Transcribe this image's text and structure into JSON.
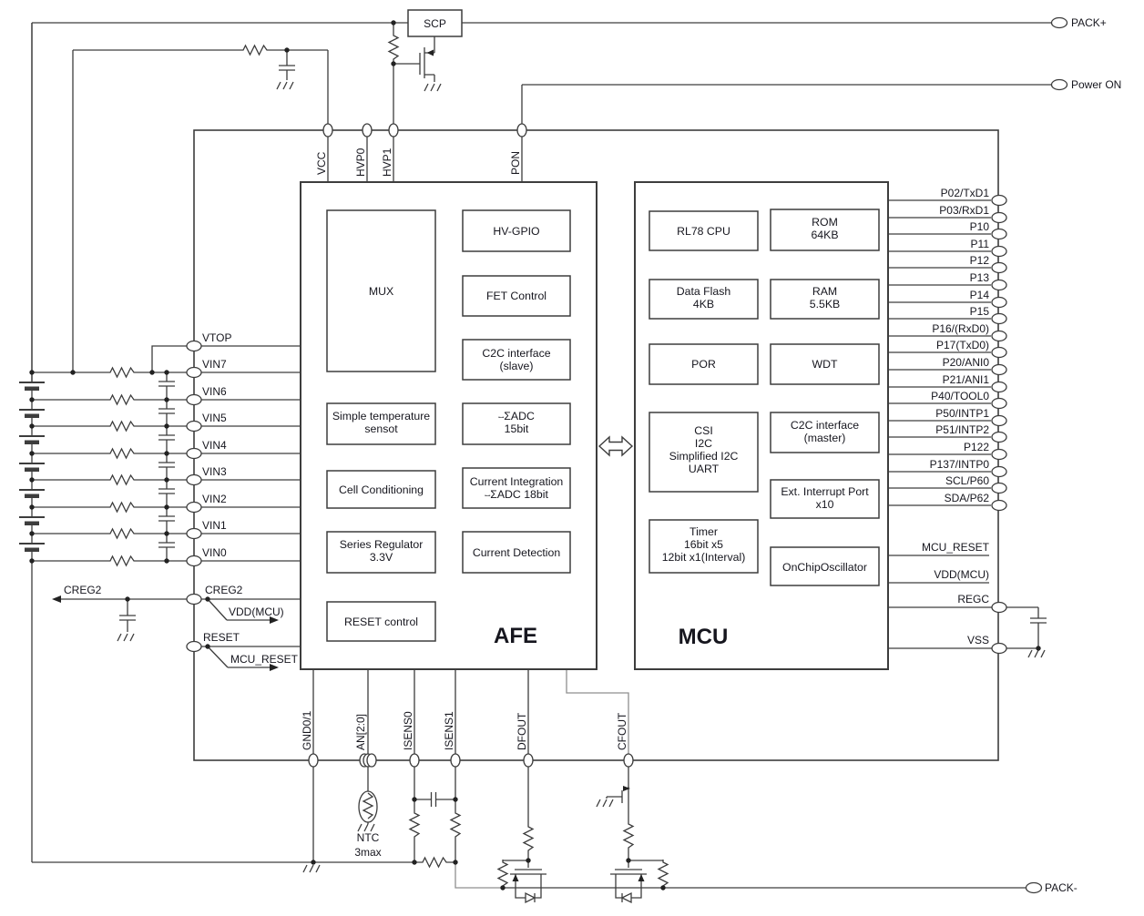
{
  "colors": {
    "line": "#3d3d3d",
    "text": "#16161e",
    "background": "#ffffff"
  },
  "terminals": {
    "pack_plus": "PACK+",
    "power_on": "Power ON",
    "pack_minus": "PACK-"
  },
  "scp_label": "SCP",
  "top_pins": {
    "vcc": "VCC",
    "hvp0": "HVP0",
    "hvp1": "HVP1",
    "pon": "PON"
  },
  "left_pins": {
    "vtop": "VTOP",
    "vin": [
      "VIN7",
      "VIN6",
      "VIN5",
      "VIN4",
      "VIN3",
      "VIN2",
      "VIN1",
      "VIN0"
    ],
    "creg2": "CREG2",
    "reset": "RESET"
  },
  "left_nets": {
    "creg2_out": "CREG2",
    "vdd_mcu": "VDD(MCU)",
    "mcu_reset": "MCU_RESET"
  },
  "bottom_pins": [
    "GND0/1",
    "AN[2:0]",
    "ISENS0",
    "ISENS1",
    "DFOUT",
    "CFOUT"
  ],
  "ntc": {
    "name": "NTC",
    "count": "3max"
  },
  "afe": {
    "title": "AFE",
    "mux": "MUX",
    "hv_gpio": "HV-GPIO",
    "fet_control": "FET Control",
    "c2c": [
      "C2C interface",
      "(slave)"
    ],
    "temp_sensor": [
      "Simple temperature",
      "sensot"
    ],
    "adc": [
      "⧿ΣADC",
      "15bit"
    ],
    "cell_cond": "Cell Conditioning",
    "cur_int": [
      "Current Integration",
      "⧿ΣADC 18bit"
    ],
    "series_reg": [
      "Series Regulator",
      "3.3V"
    ],
    "cur_det": "Current Detection",
    "reset_ctrl": "RESET control"
  },
  "mcu": {
    "title": "MCU",
    "cpu": "RL78 CPU",
    "rom": [
      "ROM",
      "64KB"
    ],
    "data_flash": [
      "Data Flash",
      "4KB"
    ],
    "ram": [
      "RAM",
      "5.5KB"
    ],
    "por": "POR",
    "wdt": "WDT",
    "serial": [
      "CSI",
      "I2C",
      "Simplified I2C",
      "UART"
    ],
    "c2c": [
      "C2C interface",
      "(master)"
    ],
    "timer": [
      "Timer",
      "16bit x5",
      "12bit x1(Interval)"
    ],
    "ext_int": [
      "Ext. Interrupt Port",
      "x10"
    ],
    "osc": "OnChipOscillator"
  },
  "right_pins": [
    "P02/TxD1",
    "P03/RxD1",
    "P10",
    "P11",
    "P12",
    "P13",
    "P14",
    "P15",
    "P16/(RxD0)",
    "P17(TxD0)",
    "P20/ANI0",
    "P21/ANI1",
    "P40/TOOL0",
    "P50/INTP1",
    "P51/INTP2",
    "P122",
    "P137/INTP0",
    "SCL/P60",
    "SDA/P62"
  ],
  "right_nets": {
    "mcu_reset": "MCU_RESET",
    "vdd_mcu": "VDD(MCU)"
  },
  "right_power": {
    "regc": "REGC",
    "vss": "VSS"
  }
}
